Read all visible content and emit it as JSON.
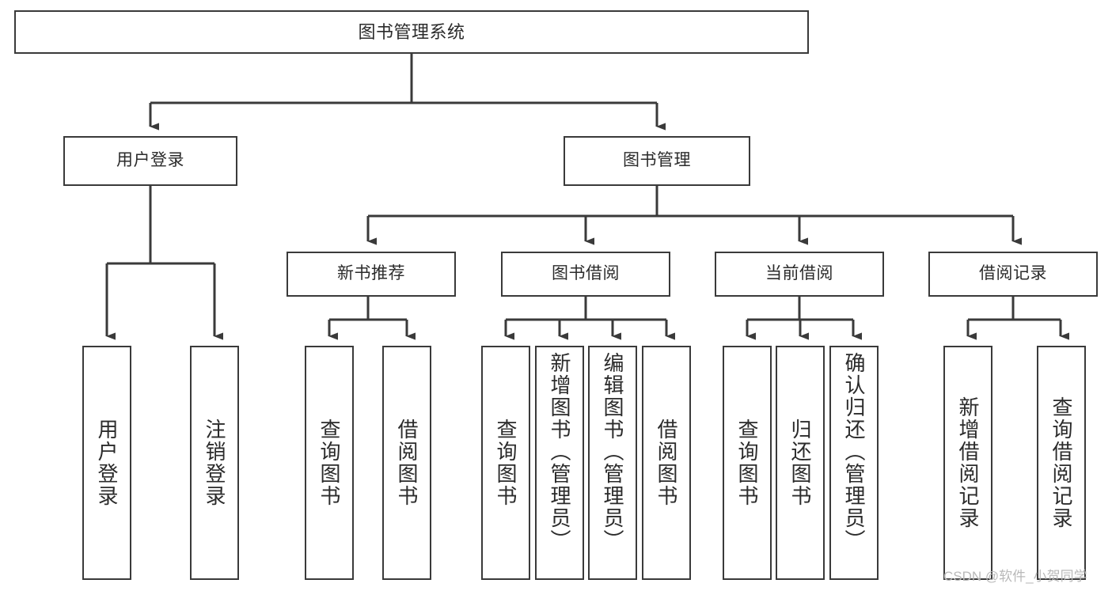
{
  "diagram": {
    "type": "tree-hierarchy-chart",
    "title": "图书管理系统",
    "line_color": "#3a3a3a",
    "box_fill": "#ffffff",
    "text_color": "#2b2b2b",
    "watermark": "CSDN @软件_小贺同学"
  },
  "nodes": {
    "root": {
      "label": "图书管理系统"
    },
    "level1": [
      {
        "label": "用户登录"
      },
      {
        "label": "图书管理"
      }
    ],
    "level2": [
      {
        "label": "新书推荐"
      },
      {
        "label": "图书借阅"
      },
      {
        "label": "当前借阅"
      },
      {
        "label": "借阅记录"
      }
    ],
    "leaves": {
      "user_login": [
        {
          "label": "用户登录"
        },
        {
          "label": "注销登录"
        }
      ],
      "new_book_recommend": [
        {
          "label": "查询图书"
        },
        {
          "label": "借阅图书"
        }
      ],
      "book_borrow": [
        {
          "label": "查询图书"
        },
        {
          "label": "新增图书（管理员）"
        },
        {
          "label": "编辑图书（管理员）"
        },
        {
          "label": "借阅图书"
        }
      ],
      "current_borrow": [
        {
          "label": "查询图书"
        },
        {
          "label": "归还图书"
        },
        {
          "label": "确认归还（管理员）"
        }
      ],
      "borrow_record": [
        {
          "label": "新增借阅记录"
        },
        {
          "label": "查询借阅记录"
        }
      ]
    }
  }
}
